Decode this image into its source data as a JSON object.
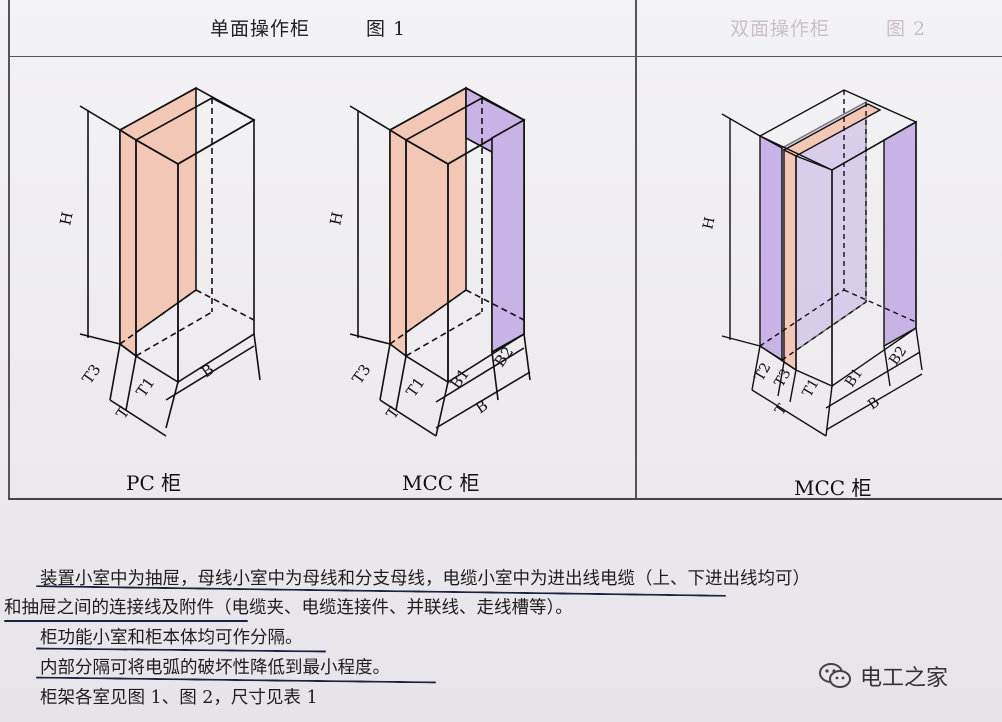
{
  "header": {
    "left_title": "单面操作柜",
    "left_fig": "图 1",
    "right_title": "双面操作柜",
    "right_fig": "图 2"
  },
  "diagrams": [
    {
      "caption": "PC 柜",
      "labels": {
        "H": "H",
        "T3": "T3",
        "T1": "T1",
        "T": "T",
        "B": "B"
      }
    },
    {
      "caption": "MCC 柜",
      "labels": {
        "H": "H",
        "T3": "T3",
        "T1": "T1",
        "T": "T",
        "B": "B",
        "B1": "B1",
        "B2": "B2"
      }
    },
    {
      "caption": "MCC 柜",
      "labels": {
        "H": "H",
        "T2": "T2",
        "T3": "T3",
        "T1": "T1",
        "T": "T",
        "B": "B",
        "B1": "B1",
        "B2": "B2"
      }
    }
  ],
  "colors": {
    "busbar": "#f2c7b6",
    "cable": "#c8b3e6",
    "line": "#111111"
  },
  "text_lines": [
    "装置小室中为抽屉，母线小室中为母线和分支母线，电缆小室中为进出线电缆（上、下进出线均可）",
    "和抽屉之间的连接线及附件（电缆夹、电缆连接件、并联线、走线槽等）。",
    "柜功能小室和柜本体均可作分隔。",
    "内部分隔可将电弧的破坏性降低到最小程度。",
    "柜架各室见图 1、图 2，尺寸见表 1"
  ],
  "watermark": {
    "text": "电工之家",
    "icon": "wechat-icon"
  }
}
